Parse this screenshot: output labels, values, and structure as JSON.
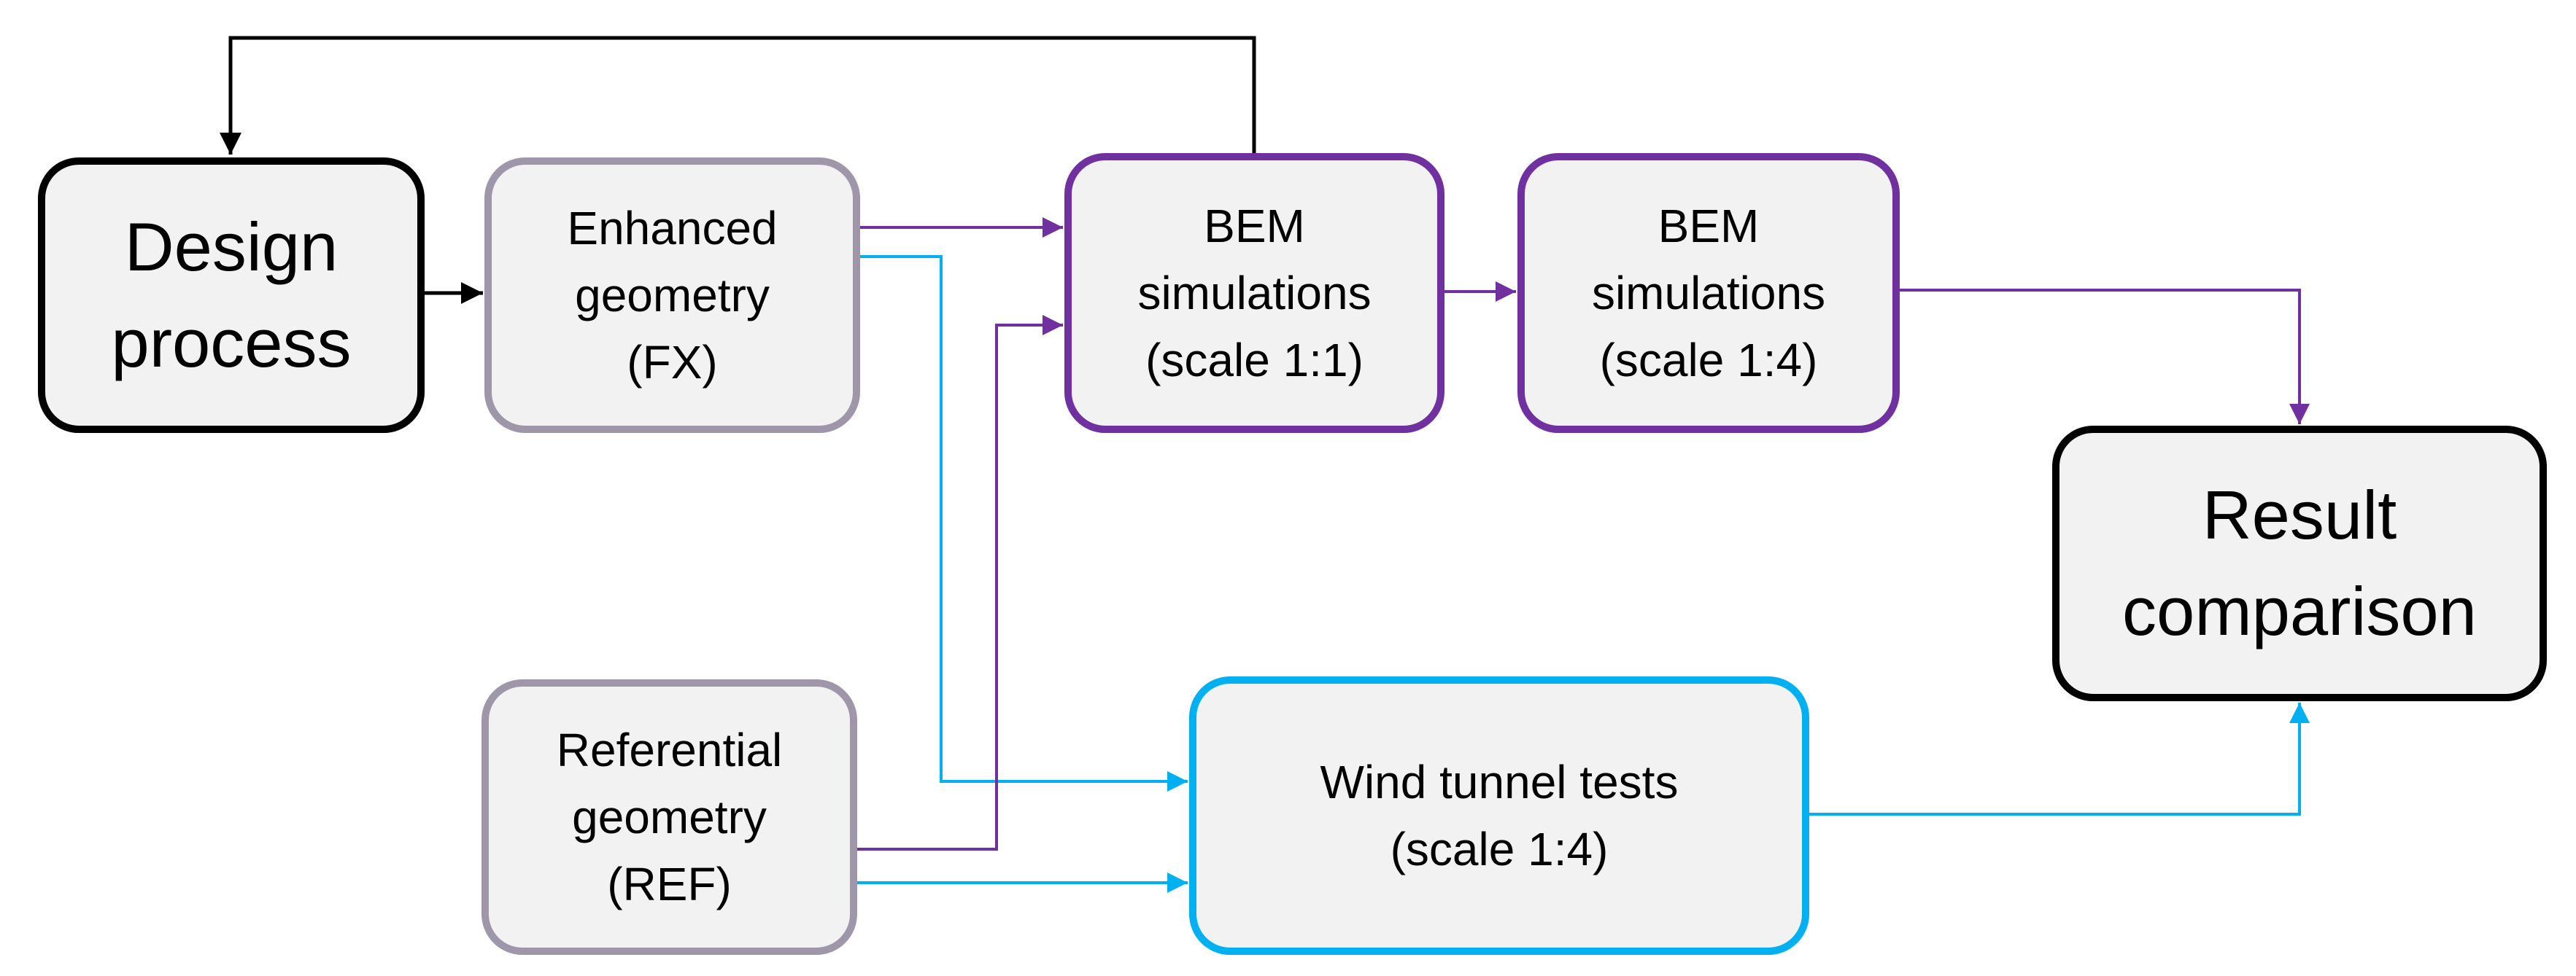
{
  "diagram": {
    "colors": {
      "black": "#000000",
      "gray_border": "#a096aa",
      "purple": "#7030a0",
      "cyan": "#00b0f0",
      "box_fill": "#f2f2f2"
    },
    "nodes": {
      "design_process": {
        "lines": [
          "Design",
          "process"
        ]
      },
      "enhanced_geometry": {
        "lines": [
          "Enhanced",
          "geometry",
          "(FX)"
        ]
      },
      "referential_geometry": {
        "lines": [
          "Referential",
          "geometry",
          "(REF)"
        ]
      },
      "bem_full_scale": {
        "lines": [
          "BEM",
          "simulations",
          "(scale 1:1)"
        ]
      },
      "bem_quarter_scale": {
        "lines": [
          "BEM",
          "simulations",
          "(scale 1:4)"
        ]
      },
      "wind_tunnel": {
        "lines": [
          "Wind tunnel tests",
          "(scale 1:4)"
        ]
      },
      "result_comparison": {
        "lines": [
          "Result",
          "comparison"
        ]
      }
    },
    "edges": [
      {
        "from": "bem_full_scale",
        "to": "design_process",
        "color": "black"
      },
      {
        "from": "design_process",
        "to": "enhanced_geometry",
        "color": "black"
      },
      {
        "from": "enhanced_geometry",
        "to": "bem_full_scale",
        "color": "purple"
      },
      {
        "from": "enhanced_geometry",
        "to": "wind_tunnel",
        "color": "cyan"
      },
      {
        "from": "referential_geometry",
        "to": "bem_full_scale",
        "color": "purple"
      },
      {
        "from": "referential_geometry",
        "to": "wind_tunnel",
        "color": "cyan"
      },
      {
        "from": "bem_full_scale",
        "to": "bem_quarter_scale",
        "color": "purple"
      },
      {
        "from": "bem_quarter_scale",
        "to": "result_comparison",
        "color": "purple"
      },
      {
        "from": "wind_tunnel",
        "to": "result_comparison",
        "color": "cyan"
      }
    ]
  }
}
